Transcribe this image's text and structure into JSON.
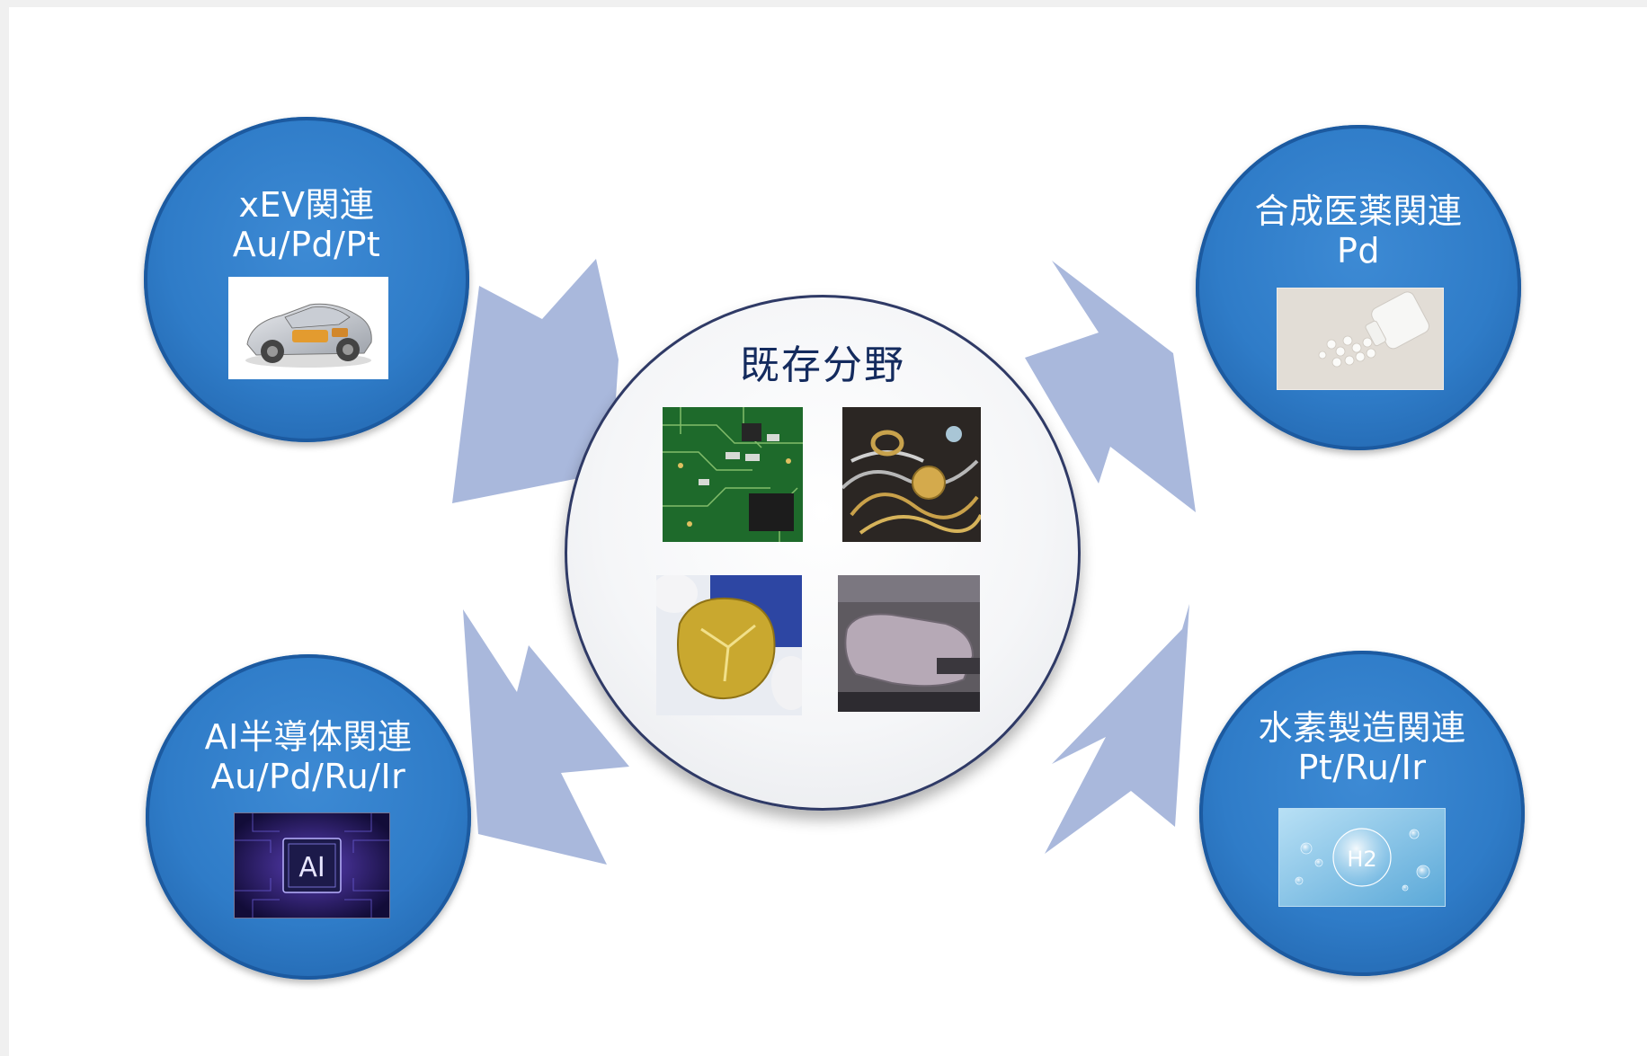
{
  "center": {
    "title": "既存分野",
    "photos": [
      "circuit-board-photo",
      "scrap-jewelry-photo",
      "gold-dental-crown-photo",
      "catalytic-converter-photo"
    ]
  },
  "applications": [
    {
      "id": "xev",
      "title": "xEV関連",
      "metals": "Au/Pd/Pt",
      "photo": "electric-car-photo"
    },
    {
      "id": "pharma",
      "title": "合成医薬関連",
      "metals": "Pd",
      "photo": "pill-bottle-photo"
    },
    {
      "id": "ai-semiconductor",
      "title": "AI半導体関連",
      "metals": "Au/Pd/Ru/Ir",
      "photo": "ai-chip-photo",
      "photo_text": "AI"
    },
    {
      "id": "hydrogen",
      "title": "水素製造関連",
      "metals": "Pt/Ru/Ir",
      "photo": "hydrogen-bubble-photo",
      "photo_text": "H2"
    }
  ],
  "colors": {
    "circle_blue": "#2f7cc8",
    "arrow": "#a9b8dc",
    "center_title": "#142b5e"
  }
}
